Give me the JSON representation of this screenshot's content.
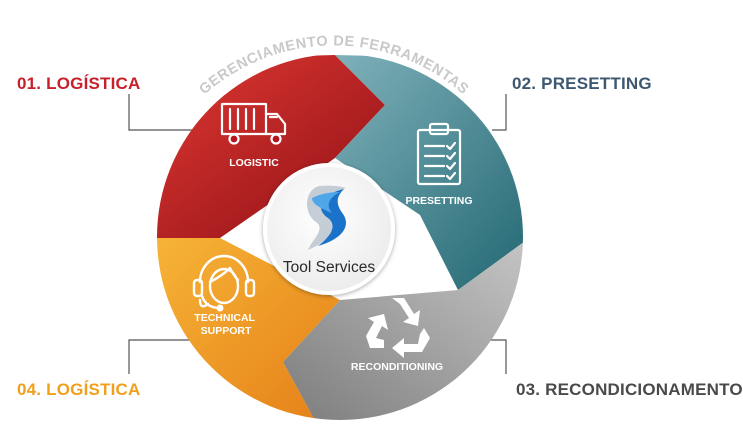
{
  "diagram": {
    "arc_title": "GERENCIAMENTO DE FERRAMENTAS",
    "center_logo": {
      "text": "Tool Services"
    },
    "segments": [
      {
        "id": "logistic",
        "label": "LOGISTIC",
        "icon": "truck-icon",
        "color": "#b5161d"
      },
      {
        "id": "presetting",
        "label": "PRESETTING",
        "icon": "clipboard-checklist-icon",
        "color": "#3f8792"
      },
      {
        "id": "reconditioning",
        "label": "RECONDITIONING",
        "icon": "recycle-icon",
        "color": "#9b9b9b"
      },
      {
        "id": "technical-support",
        "label_lines": [
          "TECHNICAL",
          "SUPPORT"
        ],
        "icon": "headset-support-icon",
        "color": "#f19a1f"
      }
    ],
    "corner_labels": {
      "top_left": "01. LOGÍSTICA",
      "top_right": "02. PRESETTING",
      "bottom_right": "03. RECONDICIONAMENTO",
      "bottom_left": "04. LOGÍSTICA"
    }
  }
}
